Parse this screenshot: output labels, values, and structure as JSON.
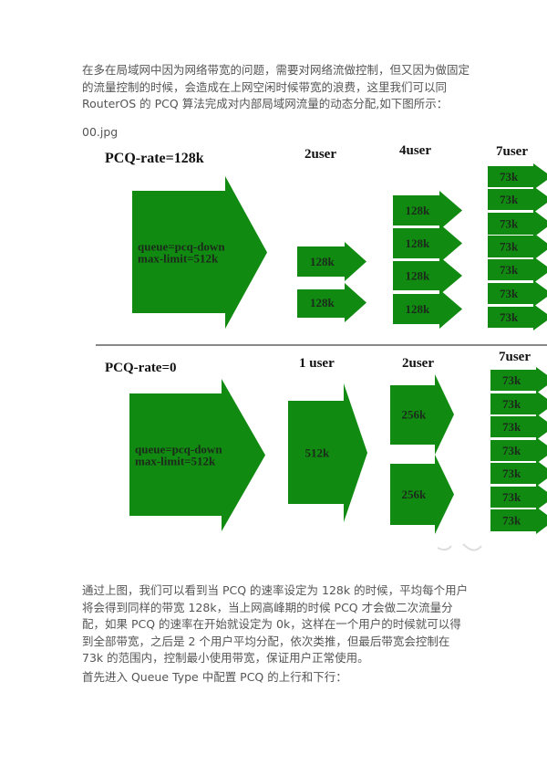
{
  "intro_paragraph": "在多在局域网中因为网络带宽的问题，需要对网络流做控制，但又因为做固定的流量控制的时候，会造成在上网空闲时候带宽的浪费，这里我们可以同 RouterOS 的 PCQ 算法完成对内部局域网流量的动态分配,如下图所示：",
  "image_caption": "00.jpg",
  "diagram": {
    "green": "#118a11",
    "top": {
      "title": "PCQ-rate=128k",
      "source_line1": "queue=pcq-down",
      "source_line2": "max-limit=512k",
      "group_2_label": "2user",
      "group_2": [
        "128k",
        "128k"
      ],
      "group_4_label": "4user",
      "group_4": [
        "128k",
        "128k",
        "128k",
        "128k"
      ],
      "group_7_label": "7user",
      "group_7": [
        "73k",
        "73k",
        "73k",
        "73k",
        "73k",
        "73k",
        "73k"
      ]
    },
    "bottom": {
      "title": "PCQ-rate=0",
      "source_line1": "queue=pcq-down",
      "source_line2": "max-limit=512k",
      "group_1_label": "1 user",
      "group_1": [
        "512k"
      ],
      "group_2_label": "2user",
      "group_2": [
        "256k",
        "256k"
      ],
      "group_7_label": "7user",
      "group_7": [
        "73k",
        "73k",
        "73k",
        "73k",
        "73k",
        "73k",
        "73k"
      ]
    }
  },
  "explanation_paragraph": "通过上图，我们可以看到当 PCQ 的速率设定为 128k 的时候，平均每个用户将会得到同样的带宽 128k，当上网高峰期的时候 PCQ 才会做二次流量分配，如果 PCQ 的速率在开始就设定为 0k，这样在一个用户的时候就可以得到全部带宽，之后是 2 个用户平均分配，依次类推，但最后带宽会控制在 73k 的范围内，控制最小使用带宽，保证用户正常使用。",
  "next_step_paragraph": "首先进入 Queue Type 中配置 PCQ 的上行和下行："
}
